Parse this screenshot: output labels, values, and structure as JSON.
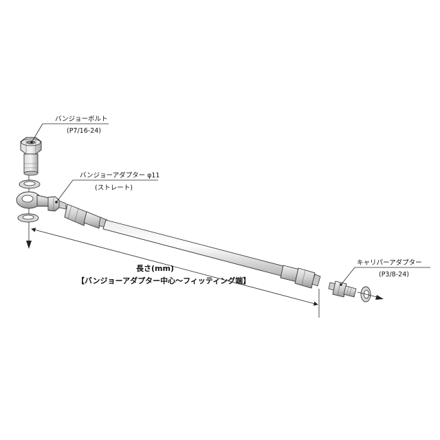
{
  "labels": {
    "banjo_bolt": "バンジョーボルト",
    "banjo_bolt_spec": "(P7/16-24)",
    "banjo_adapter": "バンジョーアダプター φ11",
    "banjo_adapter_spec": "(ストレート)",
    "caliper_adapter": "キャリパーアダプター",
    "caliper_adapter_spec": "(P3/8-24)",
    "length": "長さ(mm)",
    "length_desc": "【バンジョーアダプター中心～フィッティング端】"
  }
}
